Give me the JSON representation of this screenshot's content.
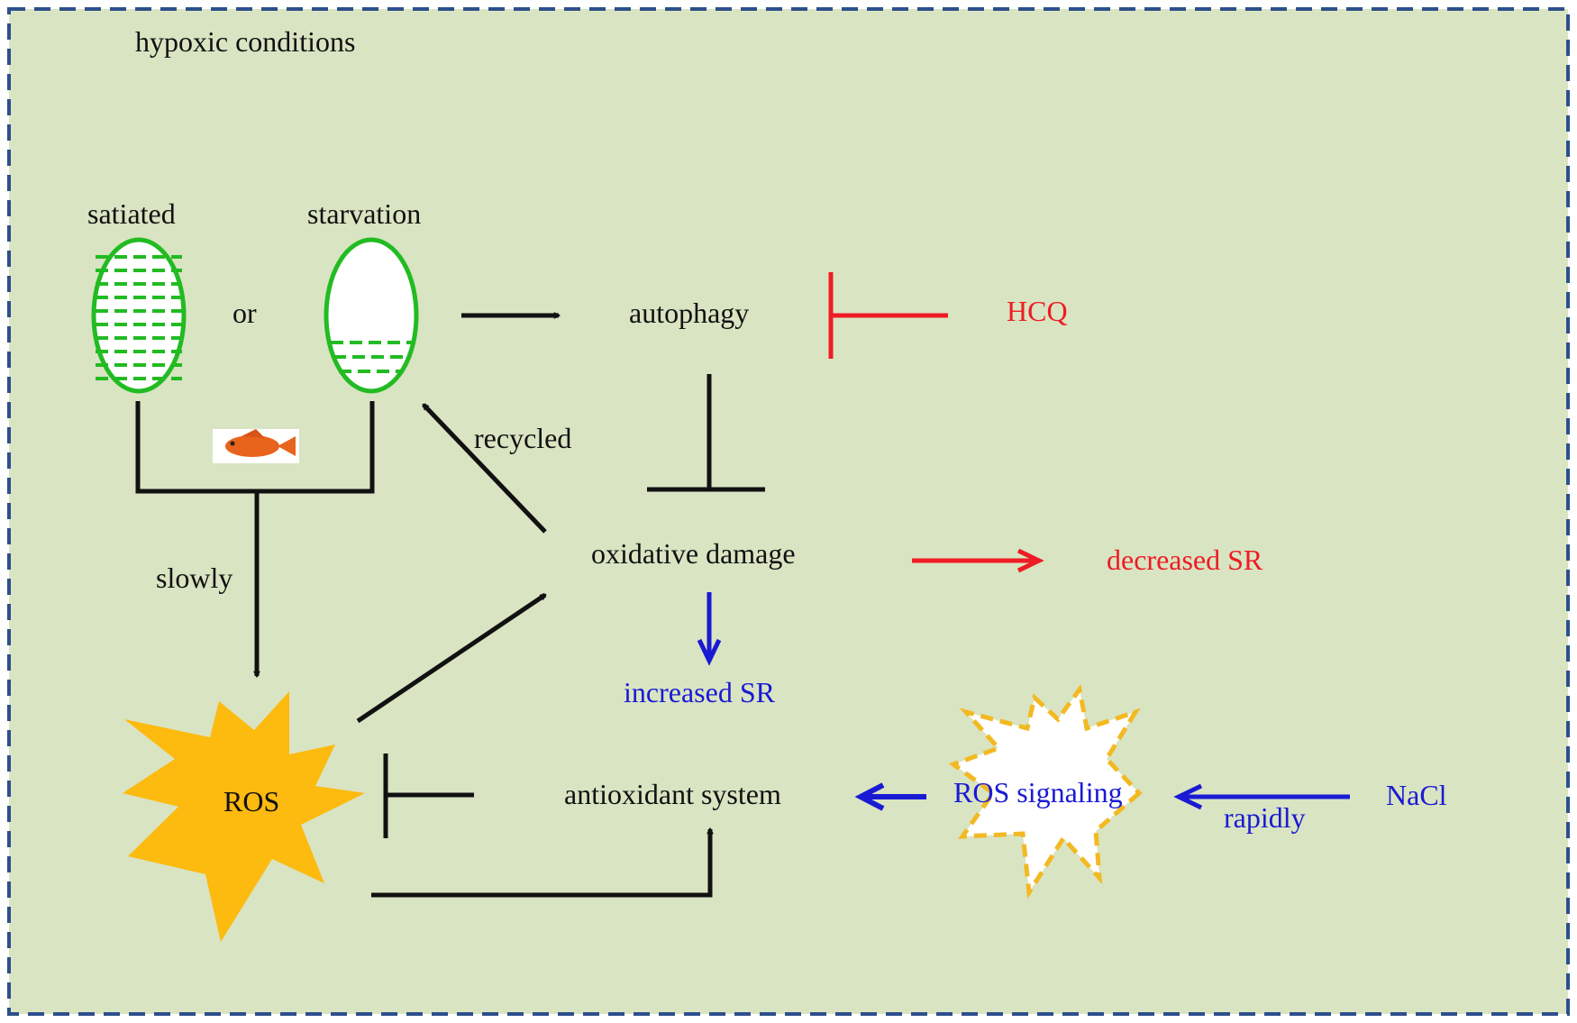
{
  "texts": {
    "condition": "hypoxic conditions",
    "satiated": "satiated",
    "starvation": "starvation",
    "or": "or",
    "autophagy": "autophagy",
    "hcq": "HCQ",
    "recycled": "recycled",
    "oxidative_damage": "oxidative damage",
    "decreased_sr": "decreased SR",
    "slowly": "slowly",
    "increased_sr": "increased SR",
    "ros": "ROS",
    "antioxidant_system": "antioxidant system",
    "ros_signaling": "ROS signaling",
    "rapidly": "rapidly",
    "nacl": "NaCl"
  },
  "colors": {
    "background": "#d9e4c2",
    "border": "#2e4f8c",
    "black": "#111111",
    "red": "#ee1c24",
    "blue": "#1a1ad4",
    "green": "#22bb22",
    "ros_star": "#fdba0f",
    "ros_signal_outline": "#f3b921",
    "fish": "#e8641c"
  },
  "icons": {
    "fish": "fish-icon",
    "ros": "ros-star-icon",
    "ros_signaling": "ros-signaling-burst-icon",
    "stomach_full": "full-stomach-icon",
    "stomach_empty": "empty-stomach-icon"
  }
}
